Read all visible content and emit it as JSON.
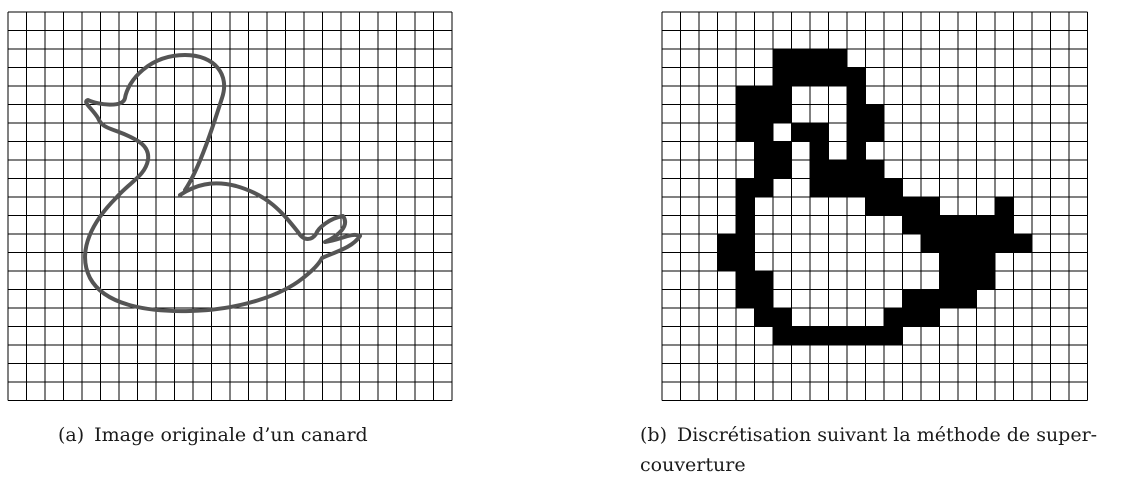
{
  "figures": [
    {
      "tag": "(a)",
      "caption": "Image originale d’un canard"
    },
    {
      "tag": "(b)",
      "caption_line1": "Discrétisation suivant la méthode de super-",
      "caption_line2": "couverture"
    }
  ],
  "colors": {
    "grid": "#000000",
    "outline": "#555555",
    "filled_cell": "#000000",
    "background": "#ffffff"
  }
}
